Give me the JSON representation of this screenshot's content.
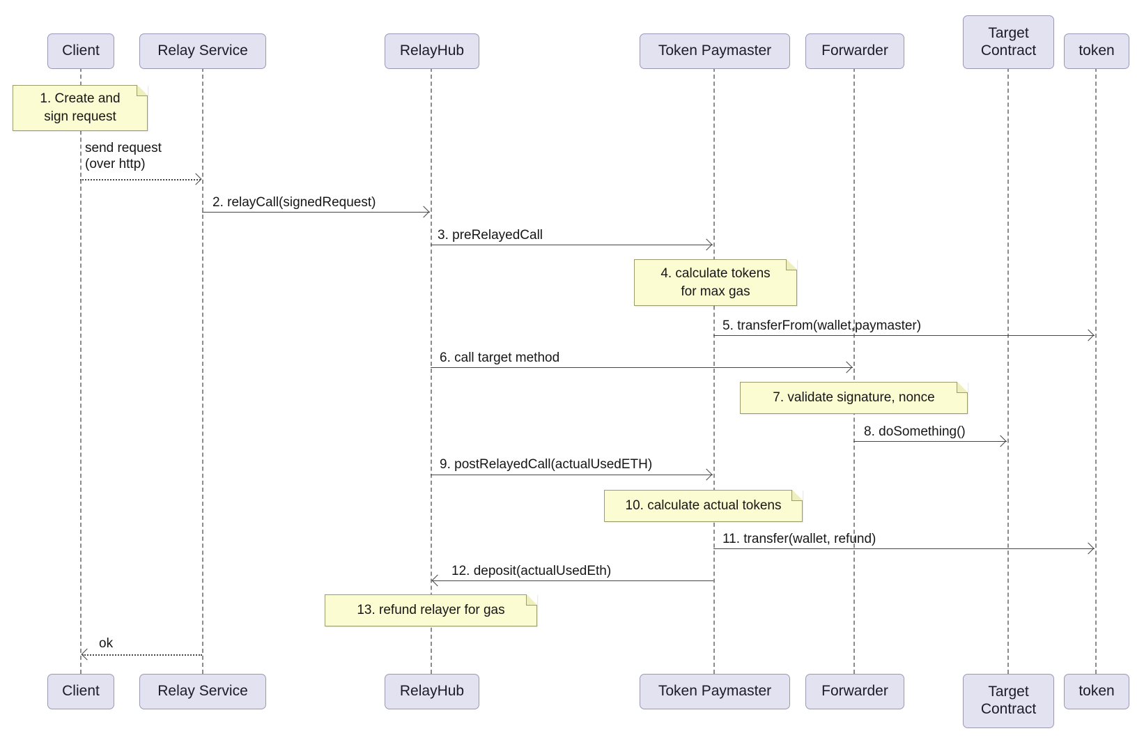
{
  "colors": {
    "participant_fill": "#e2e2f0",
    "participant_border": "#9898b5",
    "note_fill": "#fcfcd2",
    "note_border": "#9b9b6b",
    "line_color": "#444444",
    "lifeline_color": "#8b8b8b",
    "text_color": "#161616"
  },
  "participants": [
    {
      "label": "Client"
    },
    {
      "label": "Relay Service"
    },
    {
      "label": "RelayHub"
    },
    {
      "label": "Token Paymaster"
    },
    {
      "label": "Forwarder"
    },
    {
      "label": "Target Contract"
    },
    {
      "label": "token"
    }
  ],
  "messages": [
    {
      "lines": [
        "send request",
        "(over http)"
      ],
      "type": "dotted",
      "from": "Client",
      "to": "Relay Service"
    },
    {
      "label": "2. relayCall(signedRequest)",
      "type": "solid",
      "from": "Relay Service",
      "to": "RelayHub"
    },
    {
      "label": "3. preRelayedCall",
      "type": "solid",
      "from": "RelayHub",
      "to": "Token Paymaster"
    },
    {
      "label": "5. transferFrom(wallet,paymaster)",
      "type": "solid",
      "from": "Token Paymaster",
      "to": "token"
    },
    {
      "label": "6. call target method",
      "type": "solid",
      "from": "RelayHub",
      "to": "Forwarder"
    },
    {
      "label": "8. doSomething()",
      "type": "solid",
      "from": "Forwarder",
      "to": "Target Contract"
    },
    {
      "label": "9. postRelayedCall(actualUsedETH)",
      "type": "solid",
      "from": "RelayHub",
      "to": "Token Paymaster"
    },
    {
      "label": "11. transfer(wallet, refund)",
      "type": "solid",
      "from": "Token Paymaster",
      "to": "token"
    },
    {
      "label": "12. deposit(actualUsedEth)",
      "type": "solid",
      "from": "Token Paymaster",
      "to": "RelayHub"
    },
    {
      "label": "ok",
      "type": "dotted",
      "from": "Relay Service",
      "to": "Client"
    }
  ],
  "notes": [
    {
      "lines": [
        "1. Create and",
        "sign request"
      ],
      "near": "Client"
    },
    {
      "lines": [
        "4. calculate tokens",
        "for max gas"
      ],
      "near": "Token Paymaster"
    },
    {
      "lines": [
        "7. validate signature, nonce"
      ],
      "near": "Forwarder"
    },
    {
      "lines": [
        "10. calculate actual tokens"
      ],
      "near": "Token Paymaster"
    },
    {
      "lines": [
        "13. refund relayer for gas"
      ],
      "near": "RelayHub"
    }
  ]
}
